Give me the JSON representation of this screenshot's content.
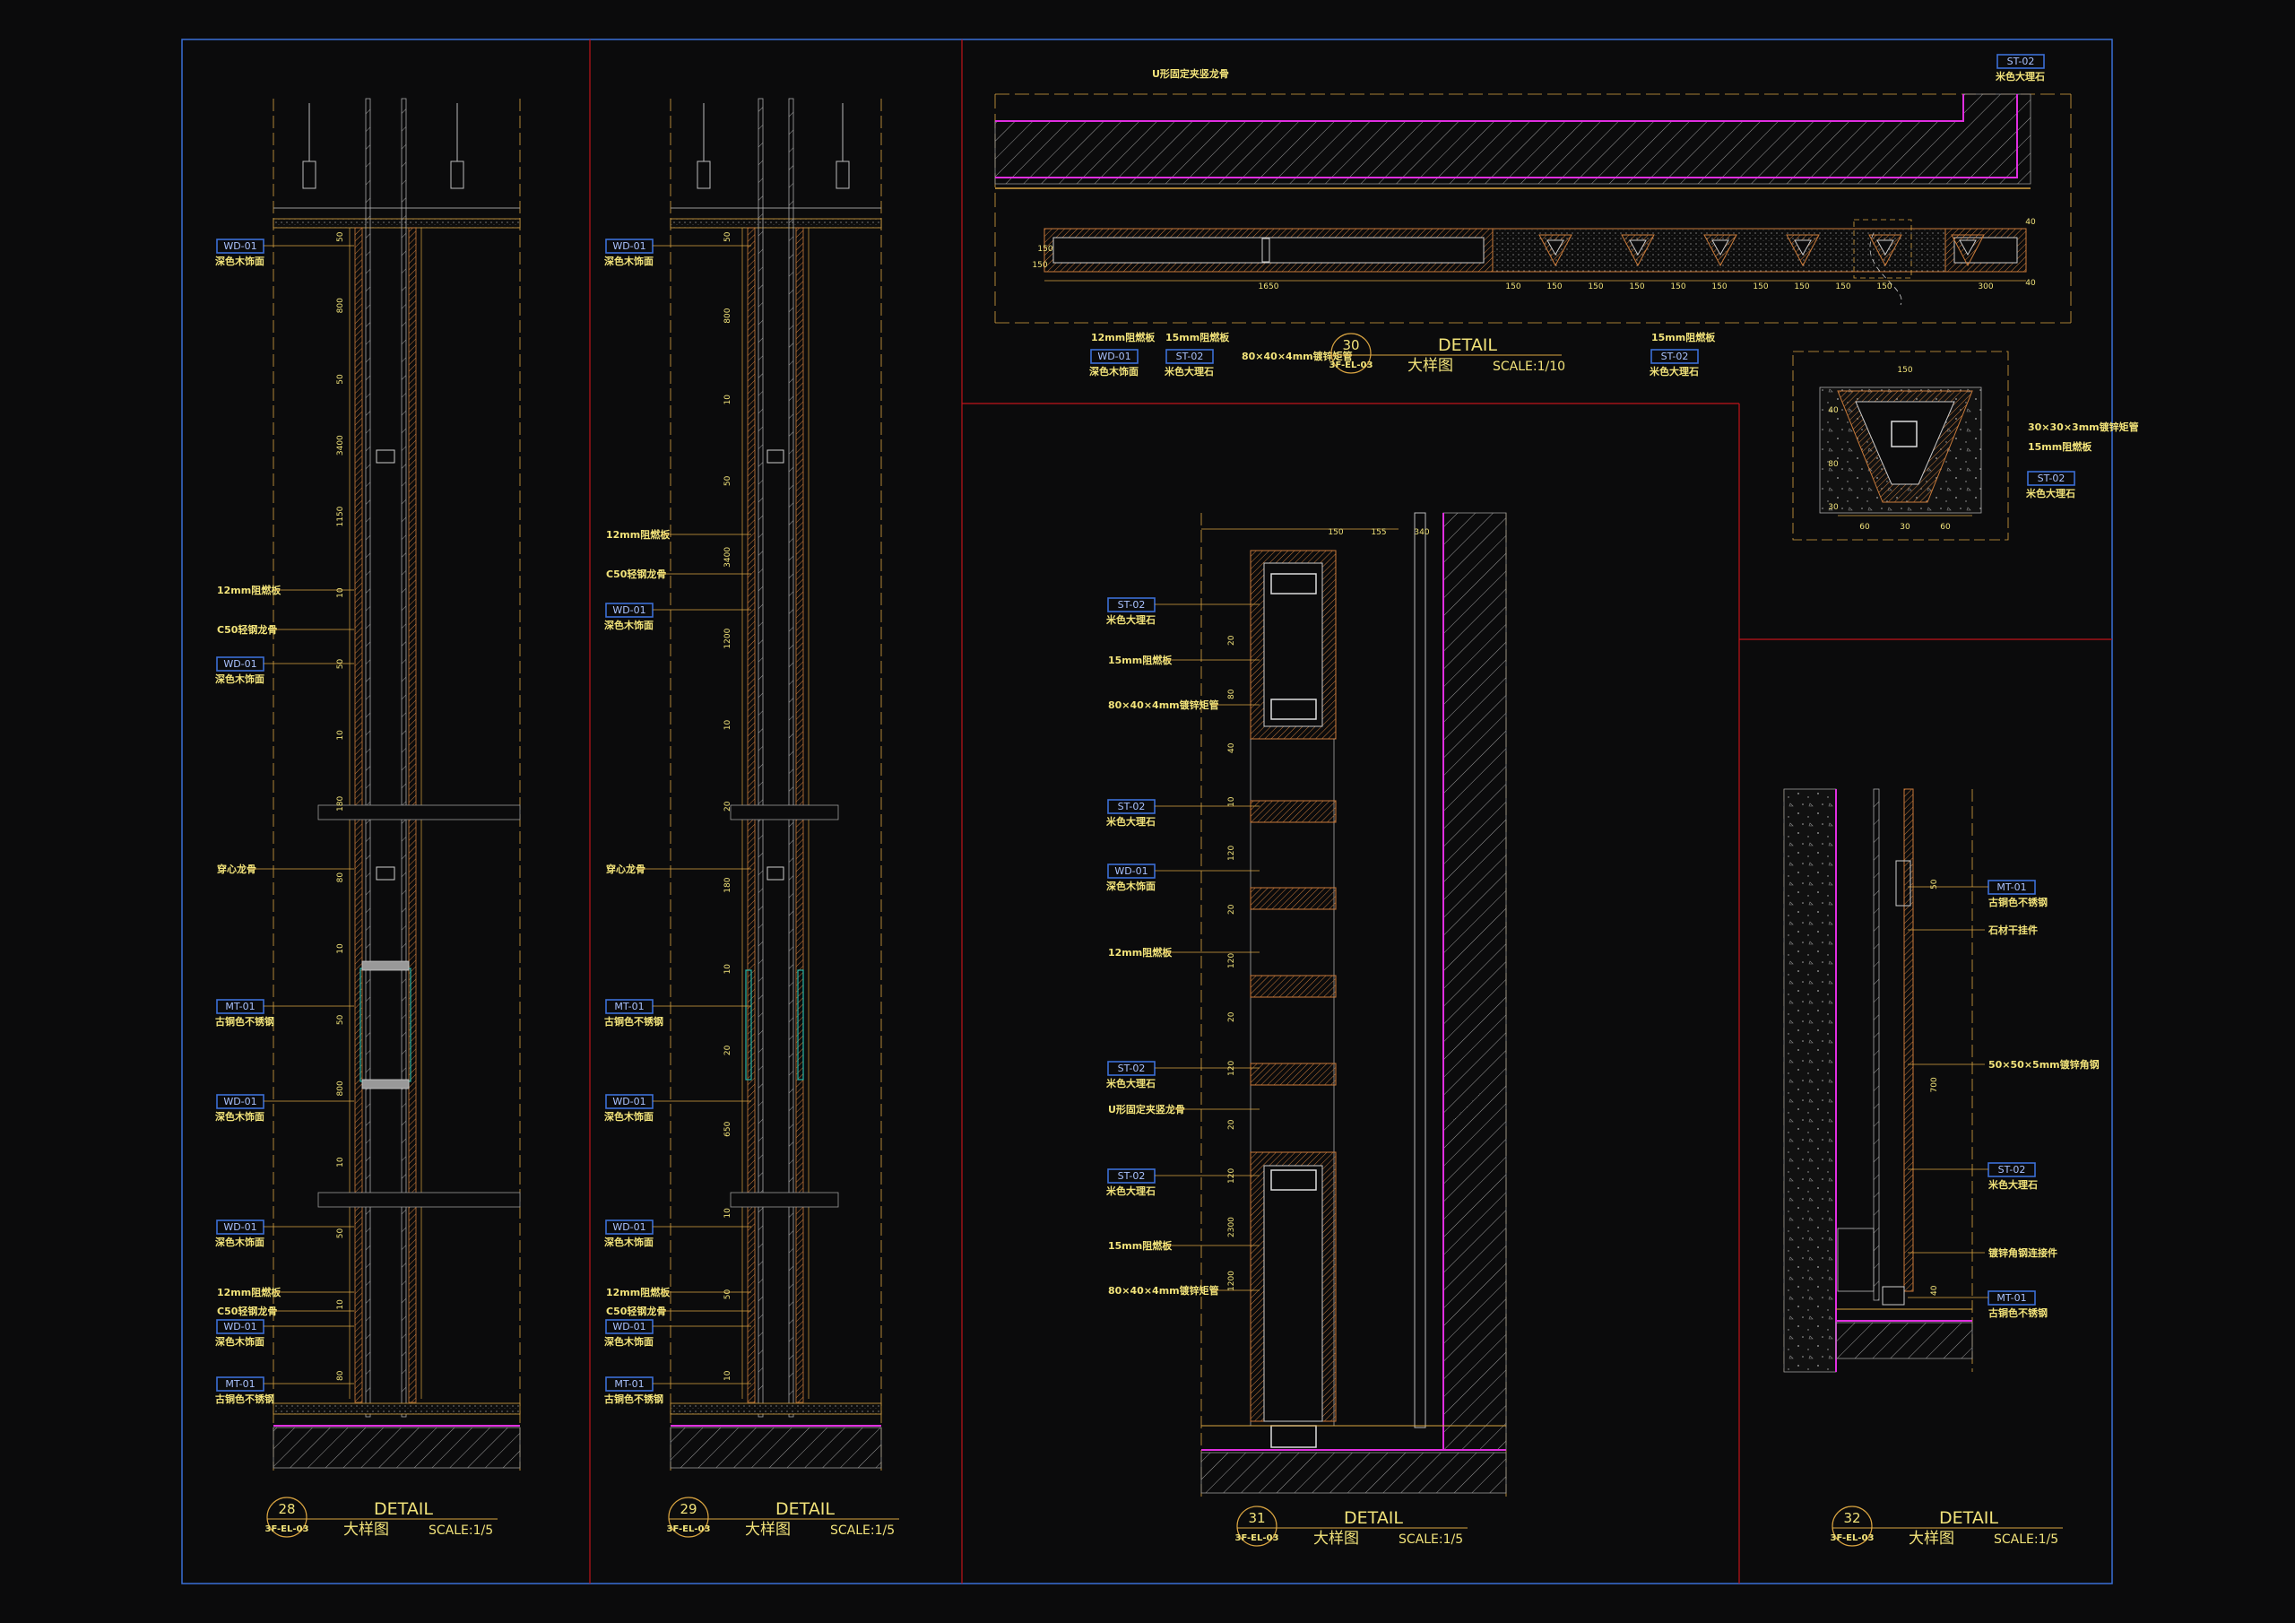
{
  "colors": {
    "background": "#0b0b0c",
    "frame": "#3b6fd6",
    "divider": "#c0141b",
    "dim_line": "#d9a441",
    "wall": "#b9b9b9",
    "magenta": "#e02ee0",
    "label": "#f2e37a",
    "wood": "#c87a3a"
  },
  "details": [
    {
      "num": "28",
      "ref": "3F-EL-03",
      "title": "大样图",
      "detail": "DETAIL",
      "scale": "SCALE:1/5"
    },
    {
      "num": "29",
      "ref": "3F-EL-03",
      "title": "大样图",
      "detail": "DETAIL",
      "scale": "SCALE:1/5"
    },
    {
      "num": "30",
      "ref": "3F-EL-03",
      "title": "大样图",
      "detail": "DETAIL",
      "scale": "SCALE:1/10"
    },
    {
      "num": "31",
      "ref": "3F-EL-03",
      "title": "大样图",
      "detail": "DETAIL",
      "scale": "SCALE:1/5"
    },
    {
      "num": "32",
      "ref": "3F-EL-03",
      "title": "大样图",
      "detail": "DETAIL",
      "scale": "SCALE:1/5"
    }
  ],
  "d28": {
    "labels": [
      {
        "tag": "WD-01",
        "desc": "深色木饰面"
      },
      {
        "text": "12mm阻燃板"
      },
      {
        "text": "C50轻钢龙骨"
      },
      {
        "tag": "WD-01",
        "desc": "深色木饰面"
      },
      {
        "text": "穿心龙骨"
      },
      {
        "tag": "MT-01",
        "desc": "古铜色不锈钢"
      },
      {
        "tag": "WD-01",
        "desc": "深色木饰面"
      },
      {
        "tag": "WD-01",
        "desc": "深色木饰面"
      },
      {
        "text": "12mm阻燃板"
      },
      {
        "text": "C50轻钢龙骨"
      },
      {
        "tag": "WD-01",
        "desc": "深色木饰面"
      },
      {
        "tag": "MT-01",
        "desc": "古铜色不锈钢"
      }
    ],
    "dims": [
      "50",
      "800",
      "50",
      "3400",
      "1150",
      "10",
      "50",
      "10",
      "180",
      "80",
      "10",
      "50",
      "800",
      "10",
      "50",
      "10",
      "80"
    ]
  },
  "d29": {
    "labels": [
      {
        "tag": "WD-01",
        "desc": "深色木饰面"
      },
      {
        "text": "12mm阻燃板"
      },
      {
        "text": "C50轻钢龙骨"
      },
      {
        "tag": "WD-01",
        "desc": "深色木饰面"
      },
      {
        "text": "穿心龙骨"
      },
      {
        "tag": "MT-01",
        "desc": "古铜色不锈钢"
      },
      {
        "tag": "WD-01",
        "desc": "深色木饰面"
      },
      {
        "tag": "WD-01",
        "desc": "深色木饰面"
      },
      {
        "text": "12mm阻燃板"
      },
      {
        "text": "C50轻钢龙骨"
      },
      {
        "tag": "WD-01",
        "desc": "深色木饰面"
      },
      {
        "tag": "MT-01",
        "desc": "古铜色不锈钢"
      }
    ],
    "dims": [
      "50",
      "800",
      "10",
      "50",
      "3400",
      "1200",
      "10",
      "20",
      "180",
      "10",
      "20",
      "650",
      "10",
      "50",
      "10"
    ]
  },
  "d30": {
    "labels": [
      {
        "text": "U形固定夹竖龙骨"
      },
      {
        "tag": "ST-02",
        "desc": "米色大理石"
      },
      {
        "text": "12mm阻燃板"
      },
      {
        "tag": "WD-01",
        "desc": "深色木饰面"
      },
      {
        "text": "15mm阻燃板"
      },
      {
        "tag": "ST-02",
        "desc": "米色大理石"
      },
      {
        "text": "80×40×4mm镀锌矩管"
      },
      {
        "text": "15mm阻燃板"
      },
      {
        "tag": "ST-02",
        "desc": "米色大理石"
      }
    ],
    "dims": [
      "150",
      "150",
      "1650",
      "150",
      "150",
      "150",
      "150",
      "150",
      "150",
      "150",
      "150",
      "150",
      "150",
      "300",
      "40",
      "40"
    ],
    "inset": {
      "labels": [
        {
          "text": "30×30×3mm镀锌矩管"
        },
        {
          "text": "15mm阻燃板"
        },
        {
          "tag": "ST-02",
          "desc": "米色大理石"
        }
      ],
      "dims": [
        "150",
        "60",
        "30",
        "60",
        "40",
        "80",
        "30"
      ]
    }
  },
  "d31": {
    "labels": [
      {
        "tag": "ST-02",
        "desc": "米色大理石"
      },
      {
        "text": "15mm阻燃板"
      },
      {
        "text": "80×40×4mm镀锌矩管"
      },
      {
        "tag": "ST-02",
        "desc": "米色大理石"
      },
      {
        "tag": "WD-01",
        "desc": "深色木饰面"
      },
      {
        "text": "12mm阻燃板"
      },
      {
        "tag": "ST-02",
        "desc": "米色大理石"
      },
      {
        "text": "U形固定夹竖龙骨"
      },
      {
        "tag": "ST-02",
        "desc": "米色大理石"
      },
      {
        "text": "15mm阻燃板"
      },
      {
        "text": "80×40×4mm镀锌矩管"
      }
    ],
    "dims": [
      "150",
      "155",
      "340",
      "20",
      "80",
      "40",
      "10",
      "120",
      "20",
      "120",
      "20",
      "120",
      "20",
      "120",
      "2300",
      "1200"
    ]
  },
  "d32": {
    "labels": [
      {
        "tag": "MT-01",
        "desc": "古铜色不锈钢"
      },
      {
        "text": "石材干挂件"
      },
      {
        "text": "50×50×5mm镀锌角钢"
      },
      {
        "tag": "ST-02",
        "desc": "米色大理石"
      },
      {
        "text": "镀锌角钢连接件"
      },
      {
        "tag": "MT-01",
        "desc": "古铜色不锈钢"
      }
    ],
    "dims": [
      "50",
      "700",
      "40"
    ]
  }
}
